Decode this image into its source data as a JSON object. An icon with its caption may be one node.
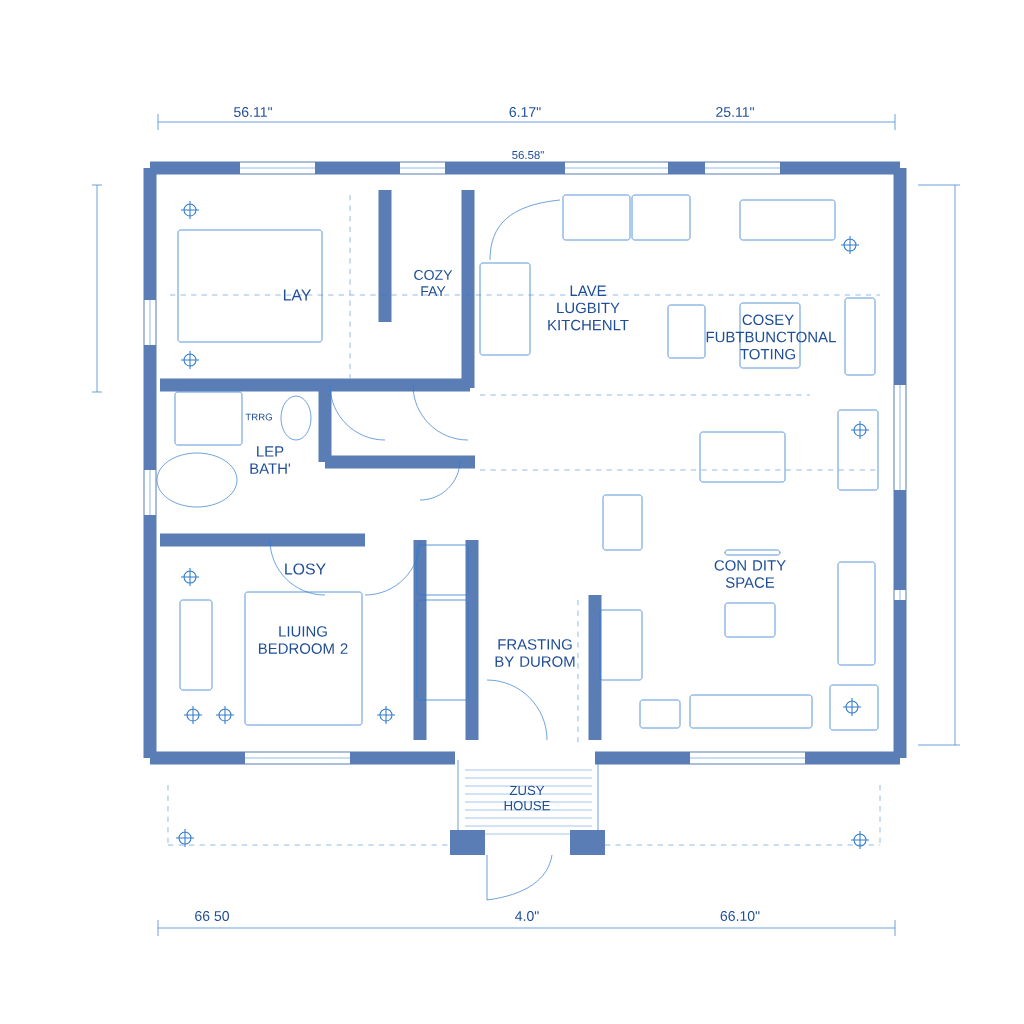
{
  "diagram": {
    "labels": [
      "56.11\"",
      "6.17\"",
      "25.11\"",
      "56.58\"",
      "LAY",
      "COZY FAY",
      "LAVE LUGBITY KITCHENLT",
      "COSEY FUBTBUNCTONAL TOTING",
      "TRRG",
      "LEP BATH'",
      "LOSY",
      "LIUING BEDROOM 2",
      "FRASTING BY DUROM",
      "CON DITY SPACE",
      "ZUSY HOUSE",
      "66 50",
      "4.0\"",
      "66.10\""
    ]
  }
}
